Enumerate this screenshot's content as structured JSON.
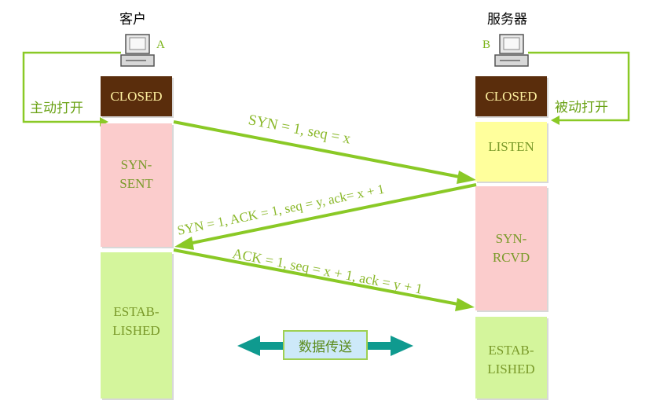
{
  "client": {
    "label": "客户",
    "host": "A",
    "action": "主动打开"
  },
  "server": {
    "label": "服务器",
    "host": "B",
    "action": "被动打开"
  },
  "client_states": {
    "closed": "CLOSED",
    "syn_sent": "SYN-\nSENT",
    "established": "ESTAB-\nLISHED"
  },
  "server_states": {
    "closed": "CLOSED",
    "listen": "LISTEN",
    "syn_rcvd": "SYN-\nRCVD",
    "established": "ESTAB-\nLISHED"
  },
  "messages": {
    "syn": "SYN = 1, seq = x",
    "syn_ack": "SYN = 1, ACK = 1, seq = y, ack= x + 1",
    "ack": "ACK = 1, seq = x + 1, ack = y + 1"
  },
  "data_transfer": "数据传送",
  "colors": {
    "arrow": "#8ac926",
    "closed_box": "#5a2d0c",
    "syn_box": "#fbcccc",
    "established_box": "#d4f59c",
    "listen_box": "#ffff9c",
    "transfer_arrow": "#0f9a8f"
  }
}
